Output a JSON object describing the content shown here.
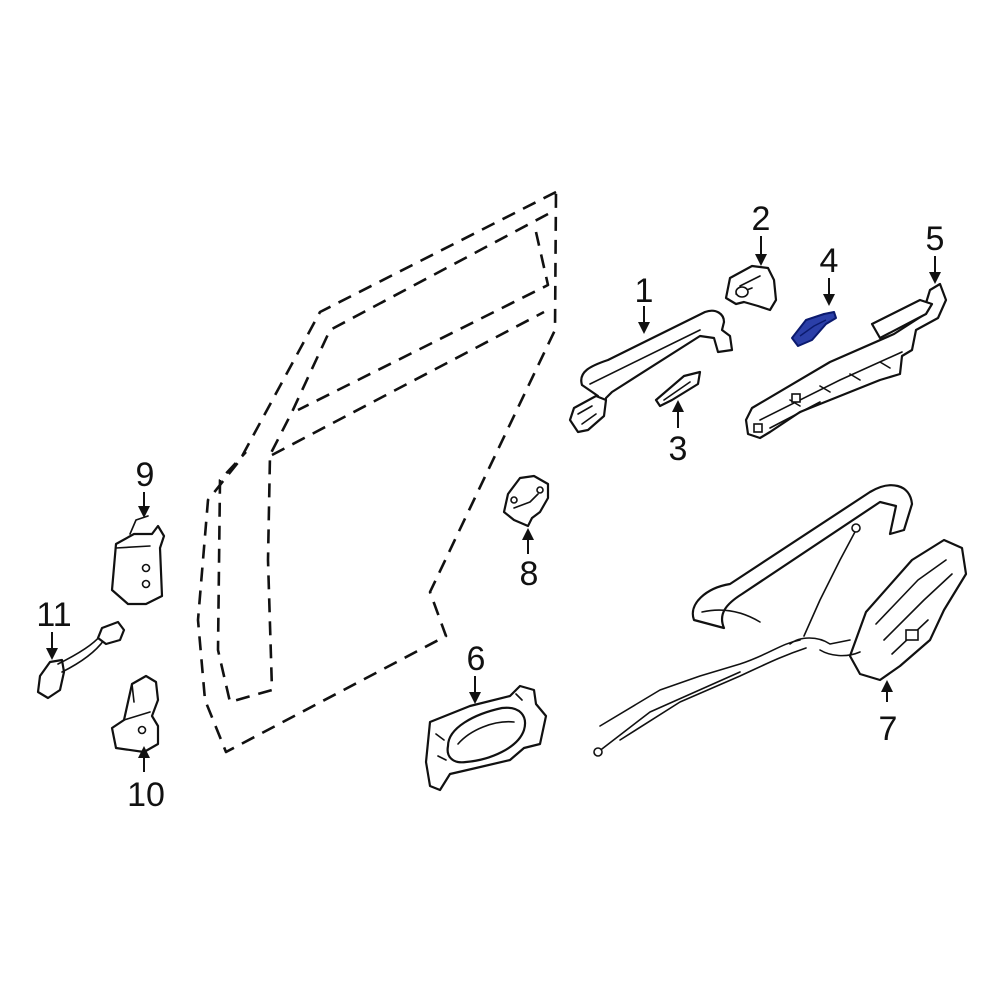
{
  "callouts": [
    {
      "id": "1",
      "label": "1"
    },
    {
      "id": "2",
      "label": "2"
    },
    {
      "id": "3",
      "label": "3"
    },
    {
      "id": "4",
      "label": "4"
    },
    {
      "id": "5",
      "label": "5"
    },
    {
      "id": "6",
      "label": "6"
    },
    {
      "id": "7",
      "label": "7"
    },
    {
      "id": "8",
      "label": "8"
    },
    {
      "id": "9",
      "label": "9"
    },
    {
      "id": "10",
      "label": "10"
    },
    {
      "id": "11",
      "label": "11"
    }
  ],
  "colors": {
    "line": "#111111",
    "background": "#ffffff",
    "highlight_fill": "#2b3fa8",
    "highlight_stroke": "#0b1a6e"
  },
  "highlighted_part": "4"
}
